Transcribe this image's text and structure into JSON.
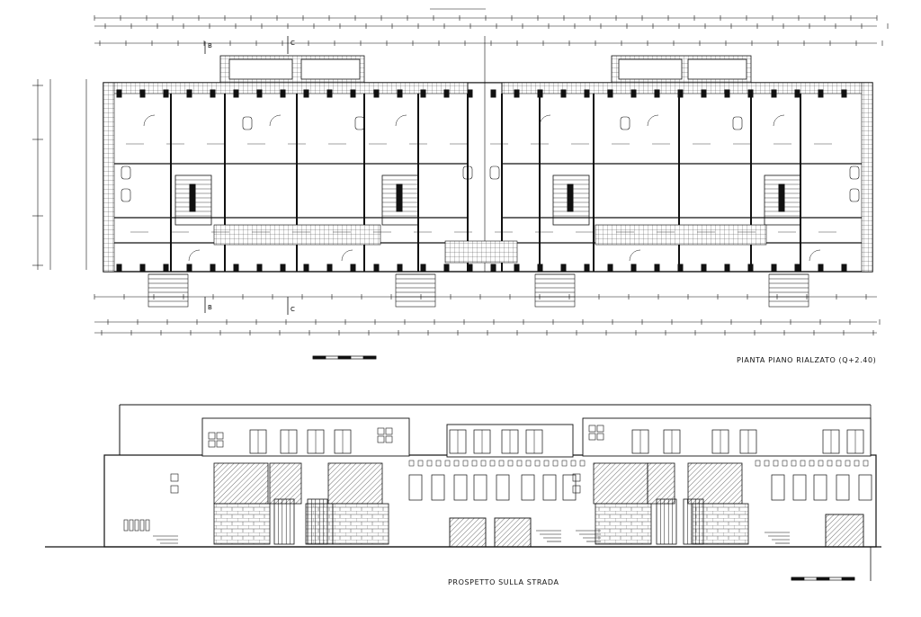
{
  "sheet": {
    "plan_title": "PIANTA  PIANO RIALZATO  (Q+2.40)",
    "elevation_title": "PROSPETTO SULLA STRADA",
    "section_marks": [
      "B",
      "C",
      "B",
      "C"
    ]
  },
  "colors": {
    "ink": "#111111",
    "paper": "#ffffff",
    "hatch": "#333333"
  }
}
